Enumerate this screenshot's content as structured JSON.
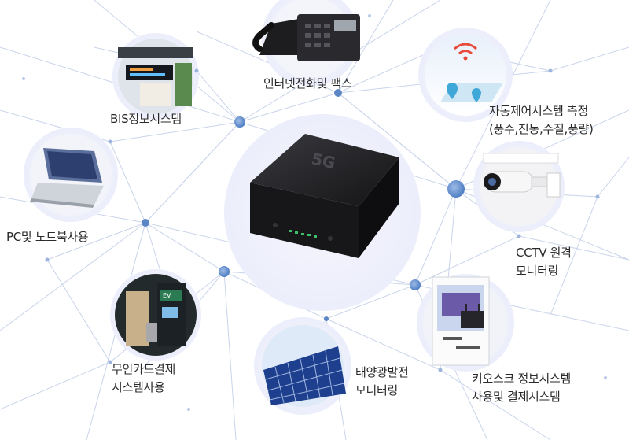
{
  "device": {
    "name": "5g-router",
    "logo_text": "5G"
  },
  "nodes": [
    {
      "id": "voip",
      "icon": "desk-phone-icon",
      "lines": [
        "인터넷전화및 팩스"
      ]
    },
    {
      "id": "bis",
      "icon": "bus-info-display-icon",
      "lines": [
        "BIS정보시스템"
      ]
    },
    {
      "id": "automation",
      "icon": "wifi-map-pin-icon",
      "lines": [
        "자동제어시스템 측정",
        "(풍수,진동,수질,풍량)"
      ]
    },
    {
      "id": "pc",
      "icon": "laptop-icon",
      "lines": [
        "PC및 노트북사용"
      ]
    },
    {
      "id": "cctv",
      "icon": "cctv-camera-icon",
      "lines": [
        "CCTV 원격",
        "모니터링"
      ]
    },
    {
      "id": "payment",
      "icon": "ev-charger-icon",
      "lines": [
        "무인카드결제",
        "시스템사용"
      ]
    },
    {
      "id": "solar",
      "icon": "solar-panel-icon",
      "lines": [
        "태양광발전",
        "모니터링"
      ]
    },
    {
      "id": "kiosk",
      "icon": "kiosk-icon",
      "lines": [
        "키오스크 정보시스템",
        "사용및 결제시스템"
      ]
    }
  ],
  "colors": {
    "line": "#c7d3ea",
    "dot": "#5b86c6",
    "halo": "#eef0fb",
    "device": "#1f1f22"
  }
}
